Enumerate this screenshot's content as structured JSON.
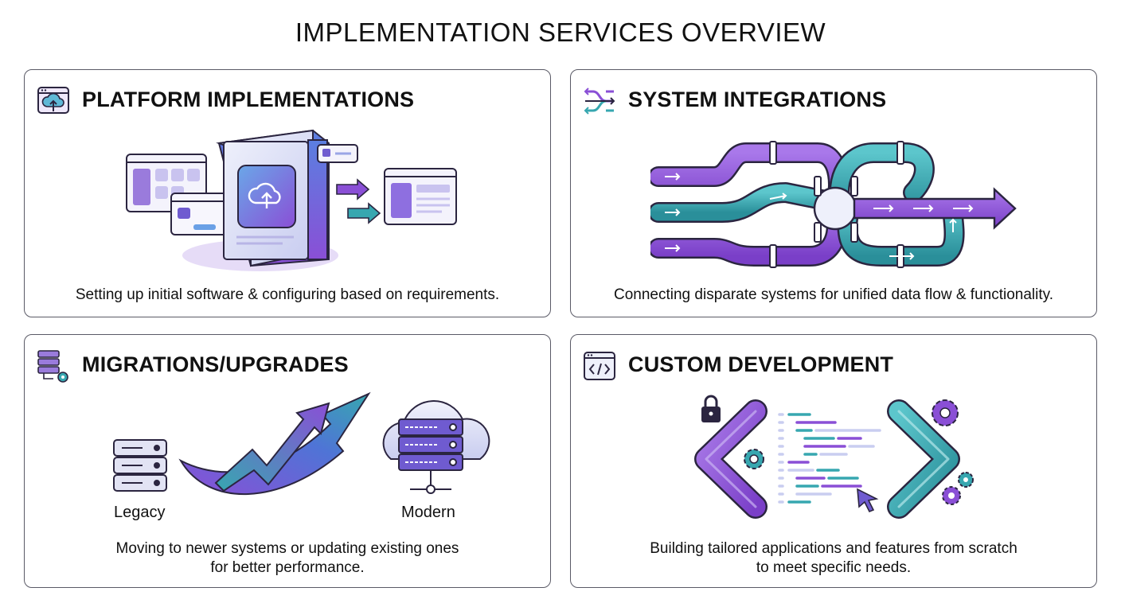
{
  "page": {
    "title": "IMPLEMENTATION SERVICES OVERVIEW"
  },
  "cards": {
    "platform": {
      "title": "PLATFORM IMPLEMENTATIONS",
      "description": "Setting up initial software & configuring based on requirements.",
      "icon": "cloud-upload-window-icon"
    },
    "integrations": {
      "title": "SYSTEM INTEGRATIONS",
      "description": "Connecting disparate systems for unified data flow & functionality.",
      "icon": "merge-arrows-icon"
    },
    "migrations": {
      "title": "MIGRATIONS/UPGRADES",
      "description_line1": "Moving to newer systems or updating existing ones",
      "description_line2": "for better performance.",
      "legacy_label": "Legacy",
      "modern_label": "Modern",
      "icon": "database-gear-icon"
    },
    "custom": {
      "title": "CUSTOM DEVELOPMENT",
      "description_line1": "Building tailored applications and features from scratch",
      "description_line2": "to meet specific needs.",
      "icon": "code-window-icon"
    }
  },
  "colors": {
    "purple": "#8a4fd6",
    "teal": "#37a7b0",
    "outline": "#2b2540",
    "card_border": "#5a5a66"
  }
}
